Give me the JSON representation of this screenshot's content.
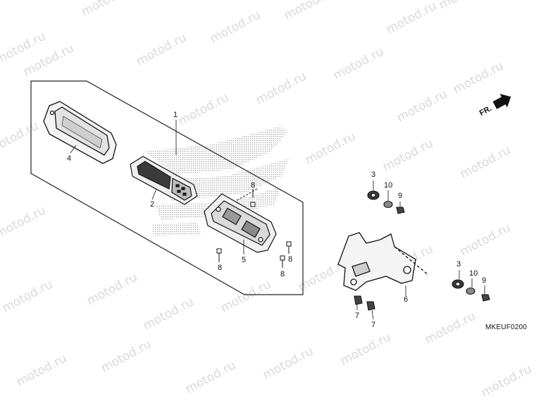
{
  "watermark": "motod.ru",
  "diagram_code": "MKEUF0200",
  "direction_label": "FR.",
  "callouts": {
    "c1": "1",
    "c2": "2",
    "c4": "4",
    "c5": "5",
    "c8a": "8",
    "c8b": "8",
    "c8c": "8",
    "c8d": "8",
    "c3a": "3",
    "c10a": "10",
    "c9a": "9",
    "c3b": "3",
    "c10b": "10",
    "c9b": "9",
    "c6": "6",
    "c7a": "7",
    "c7b": "7"
  }
}
